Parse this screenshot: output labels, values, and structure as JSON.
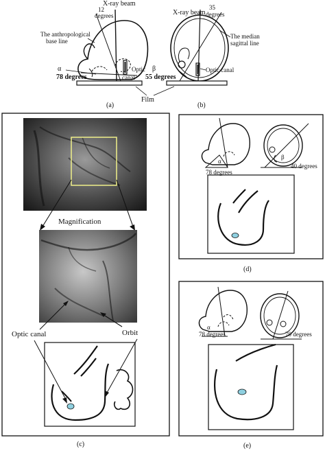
{
  "panels": {
    "a": {
      "caption": "(a)",
      "xray_beam": "X-ray beam",
      "angle_num": "12",
      "angle_unit": "degrees",
      "base_line_1": "The anthropological",
      "base_line_2": "base line",
      "alpha": "α",
      "alpha_value": "78 degrees",
      "optic_canal_1": "Optic",
      "optic_canal_2": "canal"
    },
    "b": {
      "caption": "(b)",
      "xray_beam": "X-ray beam",
      "angle_num": "35",
      "angle_unit": "degrees",
      "sagittal_1": "The median",
      "sagittal_2": "sagittal line",
      "beta": "β",
      "beta_value": "55 degrees",
      "optic_canal": "Optic canal"
    },
    "film": "Film",
    "c": {
      "caption": "(c)",
      "magnification": "Magnification",
      "optic_canal": "Optic canal",
      "orbit": "Orbit"
    },
    "d": {
      "caption": "(d)",
      "angle_left": "78 degrees",
      "alpha": "α",
      "beta": "β",
      "angle_right": "40 degrees"
    },
    "e": {
      "caption": "(e)",
      "angle_left": "78 degrees",
      "alpha": "α",
      "angle_right": "70 degrees"
    }
  },
  "colors": {
    "ink": "#111111",
    "xray_bg": "#1a1a1a",
    "roi_box": "#f0f08a",
    "optic_fill": "#8fd0e0"
  }
}
